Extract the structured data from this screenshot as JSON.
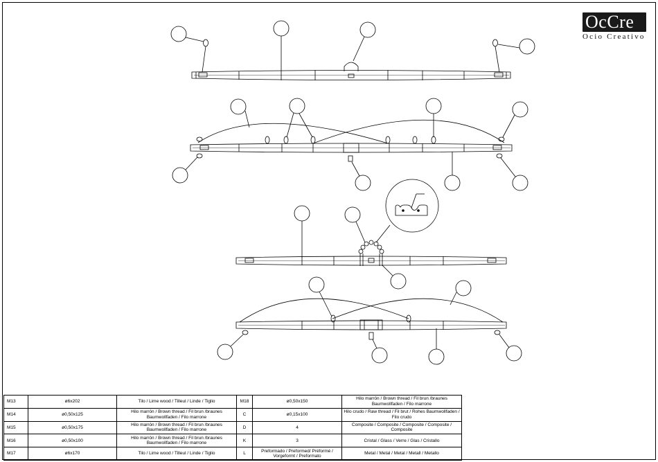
{
  "logo": {
    "wordmark": "OcCre",
    "tagline": "Ocio Creativo"
  },
  "parts_table": {
    "rows": [
      {
        "ref": "M13",
        "dim": "ø6x202",
        "material": "Tilo / Lime wood / Tilleul / Linde / Tiglio",
        "ref2": "M18",
        "dim2": "ø0,50x150",
        "material2": "Hilo marrón / Brown thread / Fil  brun /braunes Baumwollfaden / Filo marrone"
      },
      {
        "ref": "M14",
        "dim": "ø0,50x125",
        "material": "Hilo marrón / Brown thread / Fil  brun /braunes Baumwollfaden / Filo marrone",
        "ref2": "C",
        "dim2": "ø0,15x100",
        "material2": "Hilo crudo / Raw thread / Fil brut / Rohes Baumwollfaden / Filo crudo"
      },
      {
        "ref": "M15",
        "dim": "ø0,50x175",
        "material": "Hilo marrón / Brown thread / Fil  brun /braunes Baumwollfaden / Filo marrone",
        "ref2": "D",
        "dim2": "4",
        "material2": "Composite / Composite / Composite / Composite / Composite"
      },
      {
        "ref": "M16",
        "dim": "ø0,50x100",
        "material": "Hilo marrón / Brown thread / Fil  brun /braunes Baumwollfaden / Filo marrone",
        "ref2": "K",
        "dim2": "3",
        "material2": "Cristal / Glass / Verre / Glas / Cristallo"
      },
      {
        "ref": "M17",
        "dim": "ø6x170",
        "material": "Tilo / Lime wood / Tilleul / Linde / Tiglio",
        "ref2": "L",
        "dim2": "Preformado / Preformed/ Préformé / Vorgeformt / Preformato",
        "material2": "Metal / Metal / Metal / Metall / Metallo"
      }
    ]
  }
}
